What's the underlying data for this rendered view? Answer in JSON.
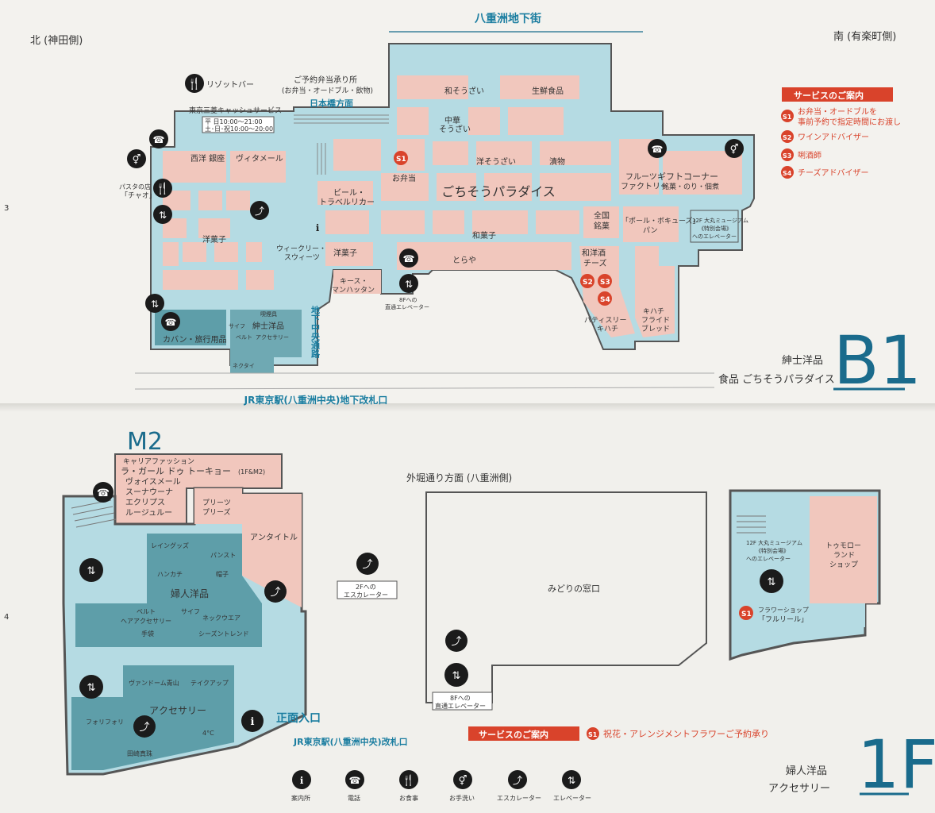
{
  "b1": {
    "top_street": "八重洲地下街",
    "north": "北 (神田側)",
    "south": "南 (有楽町側)",
    "nihonbashi": "日本橋方面",
    "chikachuo": "地下中央通路",
    "jr_gate": "JR東京駅(八重洲中央)地下改札口",
    "floor": "B1",
    "floor_cat1": "紳士洋品",
    "floor_cat2": "食品 ごちそうパラダイス",
    "atm_title": "東京三菱キャッシュサービス",
    "atm_hours1": "平 日10:00～21:00",
    "atm_hours2": "土･日･祝10:00～20:00",
    "resort_bar": "リゾットバー",
    "bento_title": "ご予約弁当承り所",
    "bento_sub": "(お弁当・オードブル・飲物)",
    "paradise": "ごちそうパラダイス",
    "page_num": "3",
    "labels": {
      "wa_souzai": "和そうざい",
      "seisen": "生鮮食品",
      "chuka": "中華",
      "chuka2": "そうざい",
      "seiyo_ginza": "西洋 銀座",
      "vitamer": "ヴィタメール",
      "yo_souzai": "洋そうざい",
      "tsukemono": "漬物",
      "obento": "お弁当",
      "beer": "ビール・",
      "travel": "トラベルリカー",
      "fruits": "フルーツ",
      "factory": "ファクトリー",
      "gift": "ギフトコーナー",
      "gift_sub": "銘菓・のり・佃煮",
      "yogashi": "洋菓子",
      "yogashi2": "洋菓子",
      "wagashi": "和菓子",
      "zenkoku": "全国",
      "meika": "銘菓",
      "paul": "「ポール・ボキューズ」",
      "pan": "パン",
      "museum1": "12F 大丸ミュージアム",
      "museum2": "《特別会場》",
      "museum3": "へのエレベーター",
      "weekly": "ウィークリー・",
      "sweets": "スウィーツ",
      "toraya": "とらや",
      "wayoshu": "和洋酒",
      "cheese": "チーズ",
      "kiss": "キース・",
      "manhattan": "マンハッタン",
      "elev8f1": "8Fへの",
      "elev8f2": "直通エレベーター",
      "pasta1": "パスタの店",
      "pasta2": "「チャオ」",
      "bag": "カバン・旅行用品",
      "shinshi": "紳士洋品",
      "saifu": "サイフ",
      "belt": "ベルト",
      "accessory": "アクセサリー",
      "necktie": "ネクタイ",
      "glasses": "喫煙具",
      "patisserie": "パティスリー",
      "kihachi1": "キハチ",
      "kihachi2": "キハチ",
      "fried": "フライド",
      "bread": "ブレッド"
    },
    "service_title": "サービスのご案内",
    "services": [
      {
        "tag": "S1",
        "text1": "お弁当・オードブルを",
        "text2": "事前予約で指定時間にお渡し"
      },
      {
        "tag": "S2",
        "text1": "ワインアドバイザー",
        "text2": ""
      },
      {
        "tag": "S3",
        "text1": "唎酒師",
        "text2": ""
      },
      {
        "tag": "S4",
        "text1": "チーズアドバイザー",
        "text2": ""
      }
    ]
  },
  "f1": {
    "m2": "M2",
    "page_num": "4",
    "sotobori": "外堀通り方面 (八重洲側)",
    "career": "キャリアファッション",
    "lagarde": "ラ・ガール ドゥ トーキョー",
    "lagarde_note": "(1F&M2)",
    "vois": "ヴォイスメール",
    "suna": "スーナウーナ",
    "eclipse": "エクリプス",
    "rouge": "ルージュルー",
    "pleats1": "プリーツ",
    "pleats2": "プリーズ",
    "untitled": "アンタイトル",
    "rainy": "レイングッズ",
    "panst": "パンスト",
    "hankachi": "ハンカチ",
    "boushi": "帽子",
    "fujin": "婦人洋品",
    "belt": "ベルト",
    "hairacc": "ヘアアクセサリー",
    "saifu": "サイフ",
    "neckwear": "ネックウエア",
    "tebukuro": "手袋",
    "season": "シーズントレンド",
    "vendome": "ヴァンドーム青山",
    "takeup": "テイクアップ",
    "accessory": "アクセサリー",
    "folli": "フォリフォリ",
    "fourc": "4°C",
    "tasaki": "田崎真珠",
    "esc2f1": "2Fへの",
    "esc2f2": "エスカレーター",
    "midori": "みどりの窓口",
    "elev8f1": "8Fへの",
    "elev8f2": "直通エレベーター",
    "shomen": "正面入口",
    "jr_gate": "JR東京駅(八重洲中央)改札口",
    "museum1": "12F 大丸ミュージアム",
    "museum2": "《特別会場》",
    "museum3": "へのエレベーター",
    "tomorrow1": "トゥモロー",
    "tomorrow2": "ランド",
    "tomorrow3": "ショップ",
    "flower1": "フラワーショップ",
    "flower2": "「フルリール」",
    "service_title": "サービスのご案内",
    "service_tag": "S1",
    "service_text": "祝花・アレンジメントフラワーご予約承り",
    "floor": "1F",
    "floor_cat1": "婦人洋品",
    "floor_cat2": "アクセサリー"
  },
  "legend": [
    {
      "icon": "info-icon",
      "label": "案内所"
    },
    {
      "icon": "phone-icon",
      "label": "電話"
    },
    {
      "icon": "dining-icon",
      "label": "お食事"
    },
    {
      "icon": "restroom-icon",
      "label": "お手洗い"
    },
    {
      "icon": "escalator-icon",
      "label": "エスカレーター"
    },
    {
      "icon": "elevator-icon",
      "label": "エレベーター"
    }
  ],
  "colors": {
    "store_pink": "#f1c7bd",
    "corridor_blue": "#b5dbe3",
    "dark_teal": "#5e9ea9",
    "accent_red": "#d9432b",
    "title_blue": "#1a6b8c"
  }
}
